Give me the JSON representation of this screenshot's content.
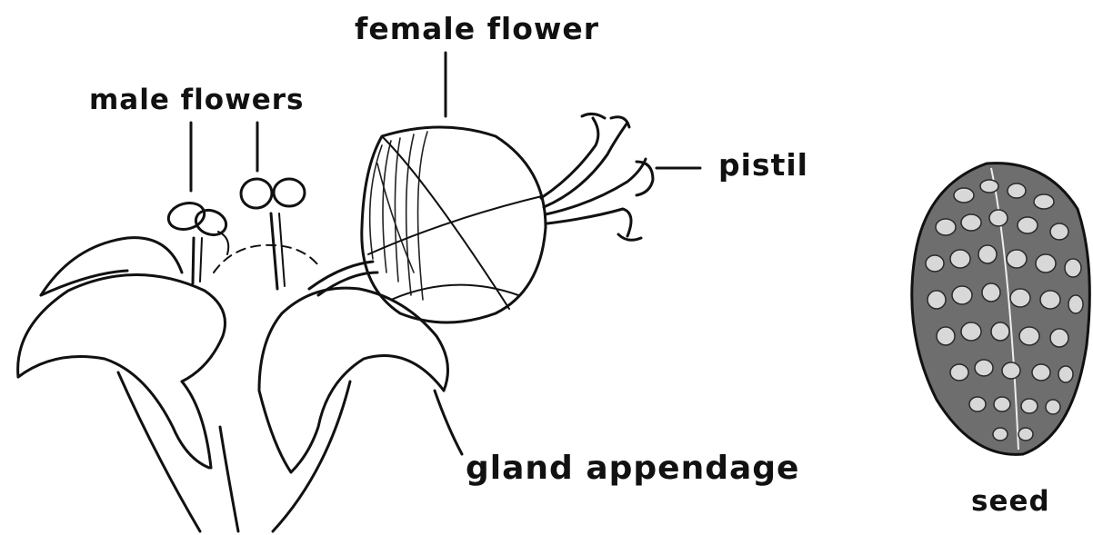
{
  "labels": {
    "female_flower": "female flower",
    "male_flowers": "male flowers",
    "pistil": "pistil",
    "gland_appendage": "gland appendage",
    "seed": "seed"
  },
  "colors": {
    "ink": "#111111",
    "seed_fill": "#6e6e6e",
    "background": "#ffffff"
  }
}
